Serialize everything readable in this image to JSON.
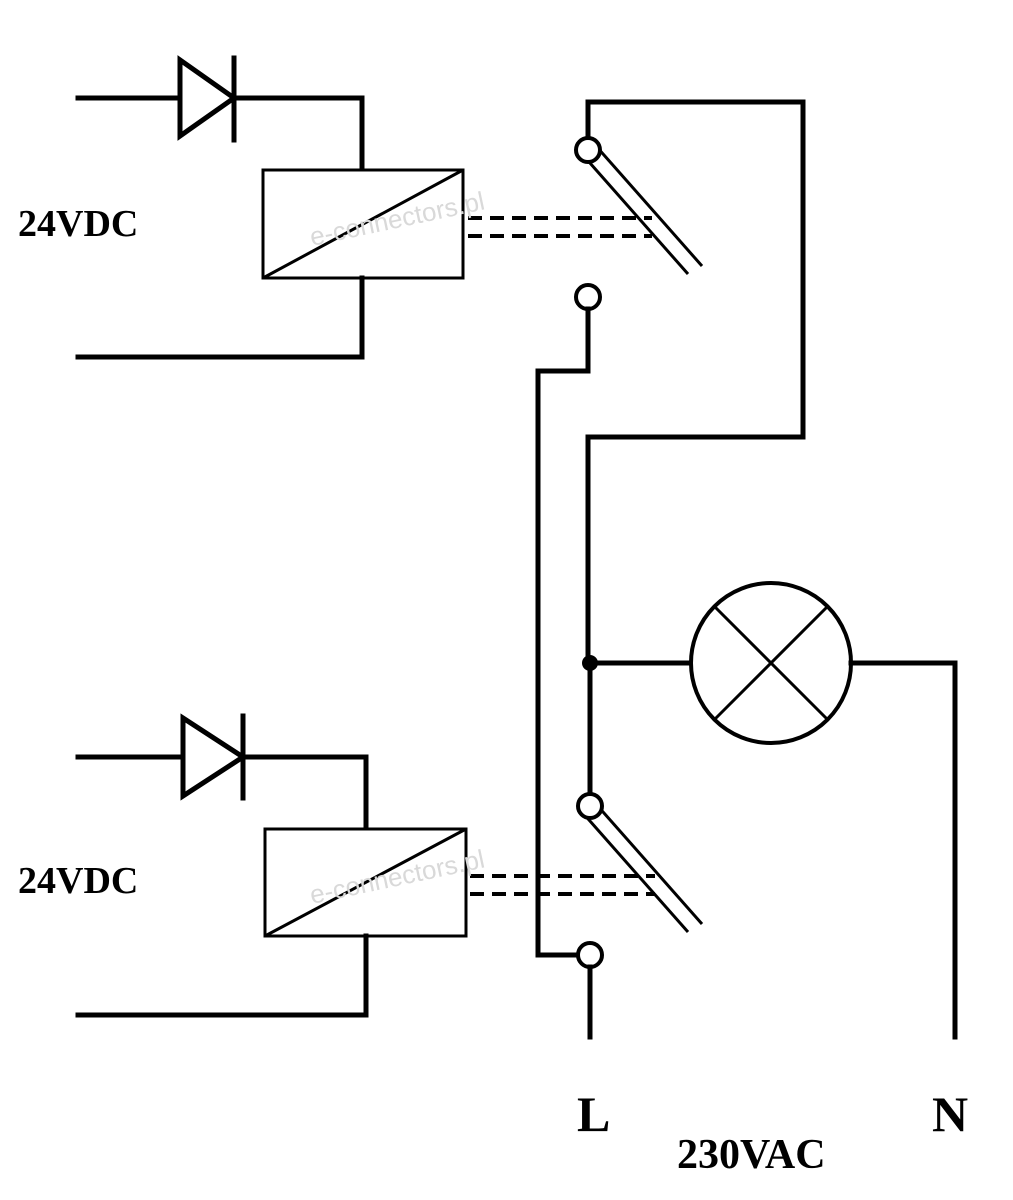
{
  "labels": {
    "top_supply": "24VDC",
    "bottom_supply": "24VDC",
    "line": "L",
    "neutral": "N",
    "mains": "230VAC"
  },
  "watermark": "e-connectors.pl"
}
